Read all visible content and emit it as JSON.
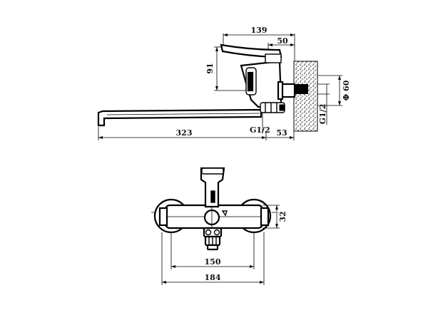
{
  "side_view": {
    "dim_total_depth": "139",
    "dim_body_offset": "50",
    "dim_height": "91",
    "dim_spout_length": "323",
    "dim_wall_offset": "53",
    "label_thread_lower": "G1/2",
    "label_thread_wall": "G1/2",
    "label_flange_diameter": "Φ 60"
  },
  "front_view": {
    "dim_body_height": "32",
    "dim_center_distance": "150",
    "dim_overall_width": "184"
  },
  "colors": {
    "line": "#000000",
    "background": "#ffffff"
  }
}
